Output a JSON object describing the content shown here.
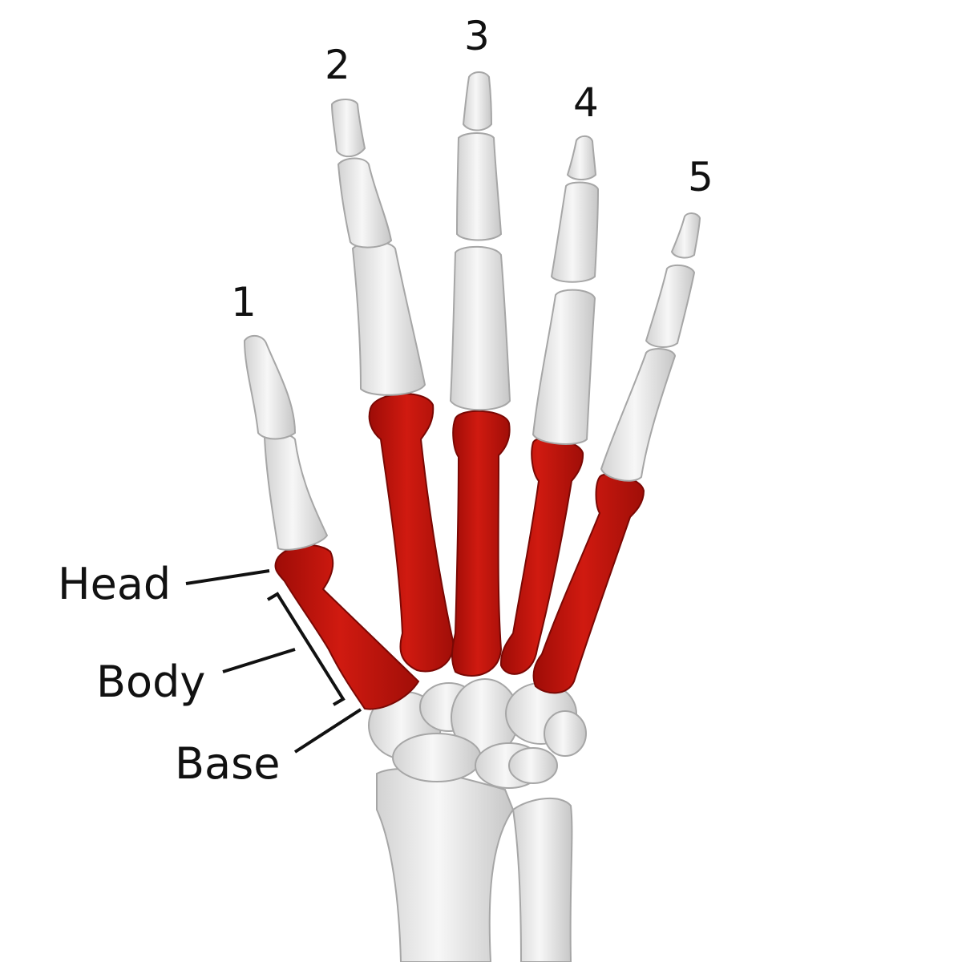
{
  "digits": [
    "1",
    "2",
    "3",
    "4",
    "5"
  ],
  "parts": {
    "head": "Head",
    "body": "Body",
    "base": "Base"
  },
  "colors": {
    "metacarpal": "#c4140c",
    "metacarpal_dark": "#8e0a06",
    "bone": "#ececec",
    "bone_shade": "#c9c9c9",
    "outline": "#9a9a9a",
    "text": "#111111"
  }
}
